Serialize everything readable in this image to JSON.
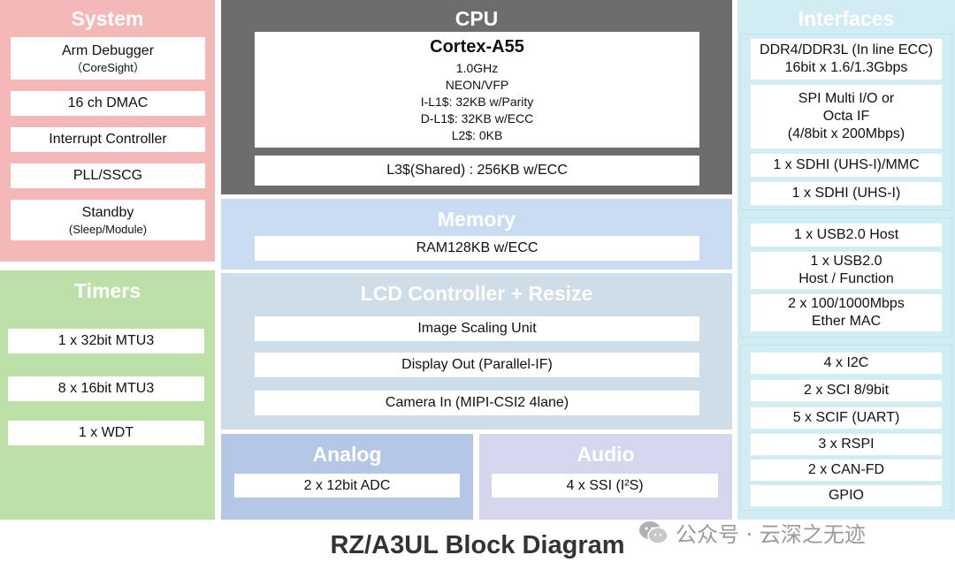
{
  "caption": "RZ/A3UL Block Diagram",
  "watermark": "公众号 · 云深之无迹",
  "colors": {
    "system_bg": "#f4b8b8",
    "timers_bg": "#bde0a8",
    "cpu_bg": "#6d6d6d",
    "memory_bg": "#c9dcf1",
    "lcd_bg": "#cfdde8",
    "analog_bg": "#b4c7e7",
    "audio_bg": "#d6d6ee",
    "interfaces_bg": "#d1ecf2"
  },
  "system": {
    "title": "System",
    "items": [
      {
        "label": "Arm Debugger",
        "sub": "（CoreSight）"
      },
      {
        "label": "16 ch  DMAC",
        "sub": ""
      },
      {
        "label": "Interrupt Controller",
        "sub": ""
      },
      {
        "label": "PLL/SSCG",
        "sub": ""
      },
      {
        "label": "Standby",
        "sub": "(Sleep/Module)"
      }
    ]
  },
  "timers": {
    "title": "Timers",
    "items": [
      "1 x 32bit MTU3",
      "8 x 16bit MTU3",
      "1 x WDT"
    ]
  },
  "cpu": {
    "title": "CPU",
    "core": "Cortex-A55",
    "lines": [
      "1.0GHz",
      "NEON/VFP",
      "I-L1$: 32KB w/Parity",
      "D-L1$: 32KB w/ECC",
      "L2$: 0KB"
    ],
    "l3": "L3$(Shared) : 256KB w/ECC"
  },
  "memory": {
    "title": "Memory",
    "items": [
      "RAM128KB w/ECC"
    ]
  },
  "lcd": {
    "title": "LCD Controller + Resize",
    "items": [
      "Image Scaling Unit",
      "Display Out (Parallel-IF)",
      "Camera In (MIPI-CSI2 4lane)"
    ]
  },
  "analog": {
    "title": "Analog",
    "items": [
      "2 x 12bit ADC"
    ]
  },
  "audio": {
    "title": "Audio",
    "items": [
      "4 x SSI (I²S)"
    ]
  },
  "interfaces": {
    "title": "Interfaces",
    "group1": [
      [
        "DDR4/DDR3L (In line ECC)",
        "16bit x 1.6/1.3Gbps"
      ],
      [
        "SPI Multi I/O or",
        "Octa IF",
        "(4/8bit x 200Mbps)"
      ],
      [
        "1 x SDHI (UHS-I)/MMC"
      ],
      [
        "1 x SDHI (UHS-I)"
      ]
    ],
    "group2": [
      [
        "1 x USB2.0 Host"
      ],
      [
        "1 x USB2.0",
        "Host / Function"
      ],
      [
        "2 x 100/1000Mbps",
        "Ether MAC"
      ]
    ],
    "group3": [
      "4 x I2C",
      "2 x SCI 8/9bit",
      "5 x SCIF (UART)",
      "3 x RSPI",
      "2 x CAN-FD",
      "GPIO"
    ]
  }
}
